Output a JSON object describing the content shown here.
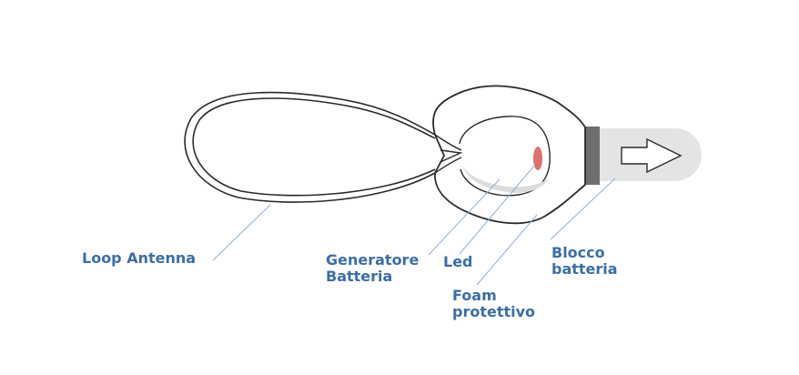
{
  "labels": {
    "loop_antenna": "Loop Antenna",
    "generatore": [
      "Generatore",
      "Batteria"
    ],
    "led": "Led",
    "foam": [
      "Foam",
      "protettivo"
    ],
    "blocco": [
      "Blocco",
      "batteria"
    ]
  },
  "colors": {
    "label_text": "#3a6fa8",
    "leader_line": "#8fb0d6",
    "outline": "#2a2a2a",
    "led": "#e06f6f",
    "battery_block": "#6e6e6e",
    "battery_pad": "#e4e4e4",
    "shadow": "#dcdcdc"
  }
}
